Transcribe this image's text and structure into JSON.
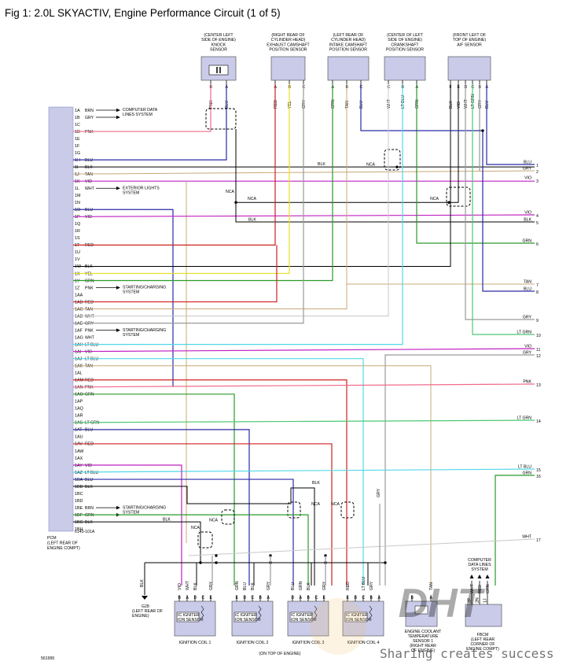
{
  "title": "Fig 1: 2.0L SKYACTIV, Engine Performance Circuit (1 of 5)",
  "pcm": {
    "label_lines": [
      "PCM",
      "(LEFT REAR OF",
      "ENGINE COMPT)"
    ],
    "part_number": "6140-101A",
    "pins": [
      "1A",
      "1B",
      "1C",
      "1D",
      "1E",
      "1F",
      "1G",
      "1H",
      "1I",
      "1J",
      "1K",
      "1L",
      "1M",
      "1N",
      "1O",
      "1P",
      "1Q",
      "1R",
      "1S",
      "1T",
      "1U",
      "1V",
      "1W",
      "1X",
      "1Y",
      "1Z",
      "1AA",
      "1AB",
      "1AC",
      "1AD",
      "1AE",
      "1AF",
      "1AG",
      "1AH",
      "1AI",
      "1AJ",
      "1AK",
      "1AL",
      "1AM",
      "1AN",
      "1AO",
      "1AP",
      "1AQ",
      "1AR",
      "1AS",
      "1AT",
      "1AU",
      "1AV",
      "1AW",
      "1AX",
      "1AY",
      "1AZ",
      "1BA",
      "1BB",
      "1BC",
      "1BD",
      "1BE",
      "1BF",
      "1BG",
      "1BH"
    ],
    "wire_colors": [
      "BRN",
      "GRY",
      "",
      "PNK",
      "",
      "",
      "",
      "BLU",
      "BLK",
      "TAN",
      "VIO",
      "WHT",
      "",
      "",
      "BLU",
      "VIO",
      "",
      "",
      "",
      "RED",
      "",
      "",
      "BLK",
      "YEL",
      "GRN",
      "PNK",
      "",
      "RED",
      "TAN",
      "WHT",
      "GRY",
      "PNK",
      "WHT",
      "LT BLU",
      "VIO",
      "LT BLU",
      "TAN",
      "",
      "RED",
      "PNK",
      "GRN",
      "",
      "",
      "",
      "LT GRN",
      "BLU",
      "",
      "RED",
      "",
      "",
      "VIO",
      "LT BLU",
      "BLU",
      "BLK",
      "",
      "",
      "BRN",
      "GRN",
      "BLK",
      ""
    ]
  },
  "notes": {
    "computer_data": [
      "COMPUTER DATA",
      "LINES SYSTEM"
    ],
    "exterior_lights": [
      "EXTERIOR LIGHTS",
      "SYSTEM"
    ],
    "starting_charging_1": [
      "STARTING/CHARGING",
      "SYSTEM"
    ],
    "starting_charging_2": [
      "STARTING/CHARGING",
      "SYSTEM"
    ],
    "starting_charging_3": [
      "STARTING/CHARGING",
      "SYSTEM"
    ]
  },
  "sensors": [
    {
      "lines": [
        "(CENTER LEFT",
        "SIDE OF ENGINE)",
        "KNOCK",
        "SENSOR"
      ],
      "pins": [
        "B",
        "A"
      ],
      "wires": [
        "PNK",
        "BLU"
      ]
    },
    {
      "lines": [
        "(RIGHT REAR OF",
        "CYLINDER HEAD)",
        "EXHAUST CAMSHAFT",
        "POSITION SENSOR"
      ],
      "pins": [
        "A",
        "B",
        "C"
      ],
      "wires": [
        "RED",
        "YEL",
        "GRY"
      ]
    },
    {
      "lines": [
        "(LEFT REAR OF",
        "CYLINDER HEAD)",
        "INTAKE CAMSHAFT",
        "POSITION SENSOR"
      ],
      "pins": [
        "A",
        "B",
        "C"
      ],
      "wires": [
        "GRN",
        "TAN",
        "BLU"
      ]
    },
    {
      "lines": [
        "(CENTER OF LEFT",
        "SIDE OF ENGINE)",
        "CRANKSHAFT",
        "POSITION SENSOR"
      ],
      "pins": [
        "C",
        "B",
        "A"
      ],
      "wires": [
        "WHT",
        "LT BLU",
        "GRN"
      ]
    },
    {
      "lines": [
        "(FRONT LEFT OF",
        "TOP OF ENGINE)",
        "A/F SENSOR"
      ],
      "pins": [
        "F",
        "E",
        "D",
        "C",
        "B",
        "A"
      ],
      "wires": [
        "BLK",
        "VIO",
        "WHT",
        "LT GRN",
        "GRY",
        "BLU"
      ]
    }
  ],
  "nca": "NCA",
  "blk": "BLK",
  "right_wires": [
    {
      "color": "BLU",
      "num": "1"
    },
    {
      "color": "GRY",
      "num": "2"
    },
    {
      "color": "VIO",
      "num": "3"
    },
    {
      "color": "VIO",
      "num": "4"
    },
    {
      "color": "BLK",
      "num": "5"
    },
    {
      "color": "GRN",
      "num": "6"
    },
    {
      "color": "TAN",
      "num": "7"
    },
    {
      "color": "BLU",
      "num": "8"
    },
    {
      "color": "GRY",
      "num": "9"
    },
    {
      "color": "LT GRN",
      "num": "10"
    },
    {
      "color": "VIO",
      "num": "11"
    },
    {
      "color": "GRY",
      "num": "12"
    },
    {
      "color": "PNK",
      "num": "13"
    },
    {
      "color": "LT GRN",
      "num": "14"
    },
    {
      "color": "LT BLU",
      "num": "15"
    },
    {
      "color": "GRN",
      "num": "16"
    },
    {
      "color": "WHT",
      "num": "17"
    }
  ],
  "coils": [
    {
      "label": "IGNITION COIL 1",
      "box": [
        "IC IGNITER",
        "ION SENSOR"
      ],
      "pins": [
        "B",
        "A",
        "D",
        "C",
        "E"
      ],
      "wires": [
        "VIO",
        "WHT",
        "BLK",
        "",
        "GRY"
      ]
    },
    {
      "label": "IGNITION COIL 2",
      "box": [
        "IC IGNITER",
        "ION SENSOR"
      ],
      "pins": [
        "E",
        "D",
        "C",
        "B",
        "A"
      ],
      "wires": [
        "GRN",
        "BLU",
        "BLK",
        "",
        "GRY"
      ]
    },
    {
      "label": "IGNITION COIL 3",
      "box": [
        "IC IGNITER",
        "ION SENSOR"
      ],
      "pins": [
        "D",
        "A",
        "B",
        "C",
        "E"
      ],
      "wires": [
        "BLU",
        "GRN",
        "BLK",
        "",
        "GRY"
      ]
    },
    {
      "label": "IGNITION COIL 4",
      "box": [
        "IC IGNITER",
        "ION SENSOR"
      ],
      "pins": [
        "E",
        "D",
        "C",
        "B",
        "A"
      ],
      "wires": [
        "RED",
        "",
        "LT BLU",
        "GRY",
        ""
      ]
    }
  ],
  "coils_location": "(ON TOP OF ENGINE)",
  "ground": {
    "name": "G28",
    "lines": [
      "(LEFT REAR OF",
      "ENGINE)"
    ],
    "wire": "BLK"
  },
  "ect": {
    "lines": [
      "ENGINE COOLANT",
      "TEMPERATURE",
      "SENSOR 1",
      "(RIGHT REAR",
      "OF ENGINE)"
    ],
    "pins": [
      "B",
      "A"
    ],
    "wires": [
      "",
      "TAN"
    ]
  },
  "fbcm": {
    "top_lines": [
      "COMPUTER",
      "DATA LINES",
      "SYSTEM"
    ],
    "pins": [
      "2P",
      "2N",
      "1J"
    ],
    "wires": [
      "WHT",
      "RED",
      "GRN"
    ],
    "lines": [
      "FBCM",
      "(LEFT REAR",
      "CORNER OF",
      "ENGINE COMPT)"
    ]
  },
  "diagram_id": "561995",
  "watermark": "Sharing creates success",
  "colors": {
    "BLU": "#2a2aa8",
    "GRY": "#9a9a9a",
    "VIO": "#c020c0",
    "BLK": "#000000",
    "GRN": "#2a9a2a",
    "TAN": "#c8a878",
    "RED": "#d02020",
    "PNK": "#f06a8a",
    "LT GRN": "#4cc870",
    "LT BLU": "#50d8e8",
    "WHT": "#c8c8c8",
    "YEL": "#e8e020",
    "BRN": "#8a5a2a"
  }
}
